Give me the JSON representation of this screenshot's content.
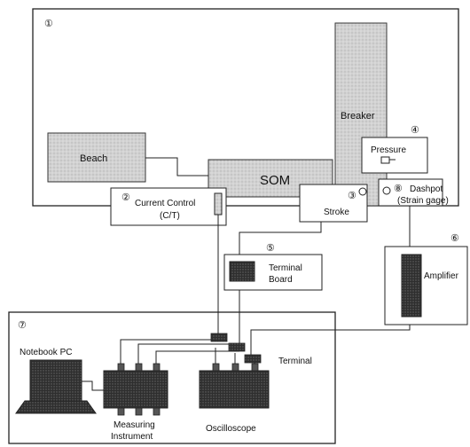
{
  "labels": {
    "beach": "Beach",
    "som": "SOM",
    "breaker": "Breaker",
    "pressure": "Pressure",
    "dashpot": "Dashpot",
    "strain_gage": "(Strain gage)",
    "current_control": "Current Control",
    "ct": "(C/T)",
    "stroke": "Stroke",
    "terminal_board_line1": "Terminal",
    "terminal_board_line2": "Board",
    "amplifier": "Amplifier",
    "notebook_pc": "Notebook PC",
    "terminal": "Terminal",
    "measuring_line1": "Measuring",
    "measuring_line2": "Instrument",
    "oscilloscope": "Oscilloscope"
  },
  "markers": {
    "m1": "①",
    "m2": "②",
    "m3": "③",
    "m4": "④",
    "m5": "⑤",
    "m6": "⑥",
    "m7": "⑦",
    "m8": "⑧"
  },
  "colors": {
    "stroke": "#222222",
    "gray_fill": "#cfcfcf",
    "dark_fill": "#3a3a3a",
    "paper": "#ffffff"
  }
}
